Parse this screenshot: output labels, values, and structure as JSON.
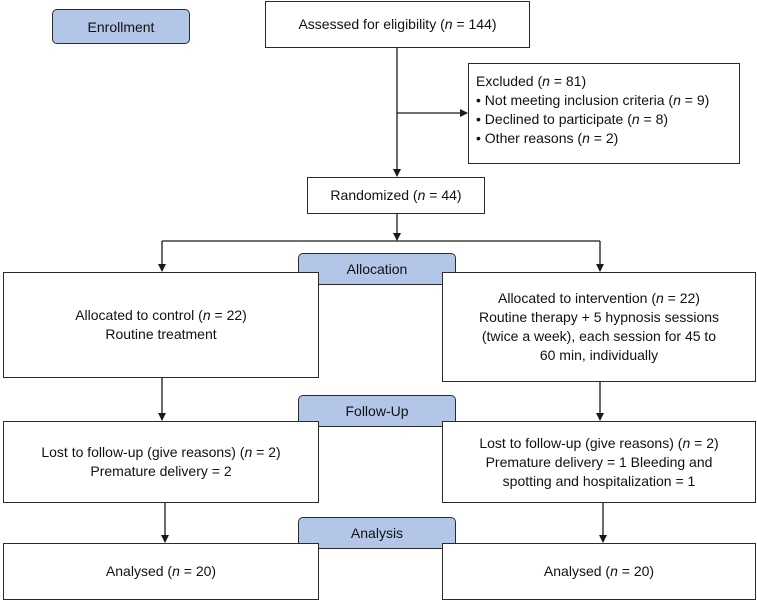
{
  "stages": {
    "enrollment": "Enrollment",
    "allocation": "Allocation",
    "followup": "Follow-Up",
    "analysis": "Analysis"
  },
  "assessed": {
    "prefix": "Assessed for eligibility (",
    "n": "n",
    "suffix": " = 144)"
  },
  "excluded": {
    "title": {
      "prefix": "Excluded (",
      "n": "n",
      "suffix": " = 81)"
    },
    "items": [
      {
        "prefix": "• Not meeting inclusion criteria (",
        "n": "n",
        "suffix": " = 9)"
      },
      {
        "prefix": "• Declined to participate (",
        "n": "n",
        "suffix": " = 8)"
      },
      {
        "prefix": "• Other reasons (",
        "n": "n",
        "suffix": " = 2)"
      }
    ]
  },
  "randomized": {
    "prefix": "Randomized (",
    "n": "n",
    "suffix": " = 44)"
  },
  "control": {
    "allocated": {
      "prefix": "Allocated to control (",
      "n": "n",
      "suffix": " = 22)"
    },
    "treatment": "Routine treatment",
    "lost": {
      "prefix": "Lost to follow-up (give reasons) (",
      "n": "n",
      "suffix": " = 2)"
    },
    "lost_detail": "Premature delivery = 2",
    "analysed": {
      "prefix": "Analysed (",
      "n": "n",
      "suffix": " = 20)"
    }
  },
  "intervention": {
    "allocated": {
      "prefix": "Allocated to intervention (",
      "n": "n",
      "suffix": " = 22)"
    },
    "treatment_lines": [
      "Routine therapy + 5 hypnosis sessions",
      "(twice a week), each session for 45 to",
      "60 min, individually"
    ],
    "lost": {
      "prefix": "Lost to follow-up (give reasons) (",
      "n": "n",
      "suffix": " = 2)"
    },
    "lost_detail_lines": [
      "Premature delivery = 1 Bleeding and",
      "spotting and hospitalization = 1"
    ],
    "analysed": {
      "prefix": "Analysed (",
      "n": "n",
      "suffix": " = 20)"
    }
  },
  "colors": {
    "stage_fill": "#b4c6e7",
    "border": "#2a2a2a",
    "arrow": "#1a1a1a"
  }
}
